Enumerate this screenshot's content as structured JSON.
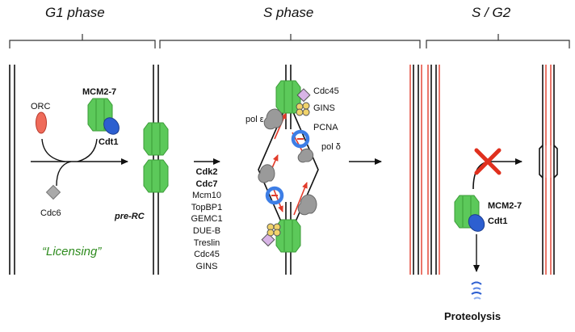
{
  "phases": {
    "g1": "G1 phase",
    "s": "S phase",
    "s_g2": "S / G2"
  },
  "g1_labels": {
    "orc": "ORC",
    "mcm": "MCM2-7",
    "cdt1": "Cdt1",
    "cdc6": "Cdc6",
    "prerc": "pre-RC",
    "licensing": "“Licensing”"
  },
  "s_factors": [
    "Cdk2",
    "Cdc7",
    "Mcm10",
    "TopBP1",
    "GEMC1",
    "DUE-B",
    "Treslin",
    "Cdc45",
    "GINS"
  ],
  "s_labels": {
    "cdc45": "Cdc45",
    "gins": "GINS",
    "pol_e": "pol ε",
    "pcna": "PCNA",
    "pol_d": "pol δ"
  },
  "g2_labels": {
    "mcm": "MCM2-7",
    "cdt1": "Cdt1",
    "proteolysis": "Proteolysis"
  },
  "colors": {
    "mcm_green": "#5cc95a",
    "mcm_dark": "#3a9a37",
    "cdt1_blue": "#2d5fd0",
    "orc_red": "#ef6b5a",
    "cdc6_gray": "#aaaaaa",
    "pcna_blue": "#3d7ee6",
    "strand_red": "#e23b2a",
    "block_red": "#e0301e",
    "licensing_green": "#2e8b1e"
  },
  "icons": [
    "mcm-hexamer-icon",
    "cdt1-icon",
    "orc-icon",
    "cdc6-icon",
    "pcna-ring-icon",
    "polymerase-icon",
    "gins-icon",
    "cdc45-icon",
    "block-x-icon",
    "proteolysis-icon"
  ]
}
